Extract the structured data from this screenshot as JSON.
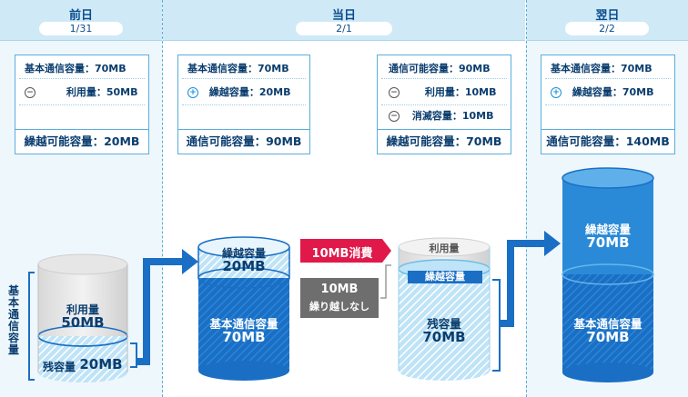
{
  "columns": [
    {
      "title": "前日",
      "date": "1/31"
    },
    {
      "title": "当日",
      "date": "2/1"
    },
    {
      "title": "翌日",
      "date": "2/2"
    }
  ],
  "boxes": {
    "prev": {
      "row1": "基本通信容量：70MB",
      "row2_icon": "minus-icon",
      "row2": "利用量：50MB",
      "total": "繰越可能容量：20MB"
    },
    "today_start": {
      "row1": "基本通信容量：70MB",
      "row2_icon": "plus-icon",
      "row2": "繰越容量：20MB",
      "total": "通信可能容量：90MB"
    },
    "today_end": {
      "row1": "通信可能容量：90MB",
      "row2_icon": "minus-icon",
      "row2": "利用量：10MB",
      "row3_icon": "minus-icon",
      "row3": "消滅容量：10MB",
      "total": "繰越可能容量：70MB"
    },
    "next": {
      "row1": "基本通信容量：70MB",
      "row2_icon": "plus-icon",
      "row2": "繰越容量：70MB",
      "total": "通信可能容量：140MB"
    }
  },
  "vertical_label": "基本通信容量",
  "cyl_prev": {
    "used_label": "利用量",
    "used_value": "50MB",
    "remain_label": "残容量",
    "remain_value": "20MB"
  },
  "cyl_today1": {
    "carry_label": "繰越容量",
    "carry_value": "20MB",
    "base_label": "基本通信容量",
    "base_value": "70MB"
  },
  "consume_badge": "10MB消費",
  "no_carry_badge": {
    "line1": "10MB",
    "line2": "繰り越しなし"
  },
  "cyl_today2": {
    "used_label": "利用量",
    "carry_label": "繰越容量",
    "remain_label": "残容量",
    "remain_value": "70MB"
  },
  "cyl_next": {
    "carry_label": "繰越容量",
    "carry_value": "70MB",
    "base_label": "基本通信容量",
    "base_value": "70MB"
  },
  "colors": {
    "primary": "#1a6fc4",
    "dark": "#0a4d8c",
    "light": "#cfe9f7",
    "red": "#e0194a",
    "gray": "#6e6e6e"
  }
}
